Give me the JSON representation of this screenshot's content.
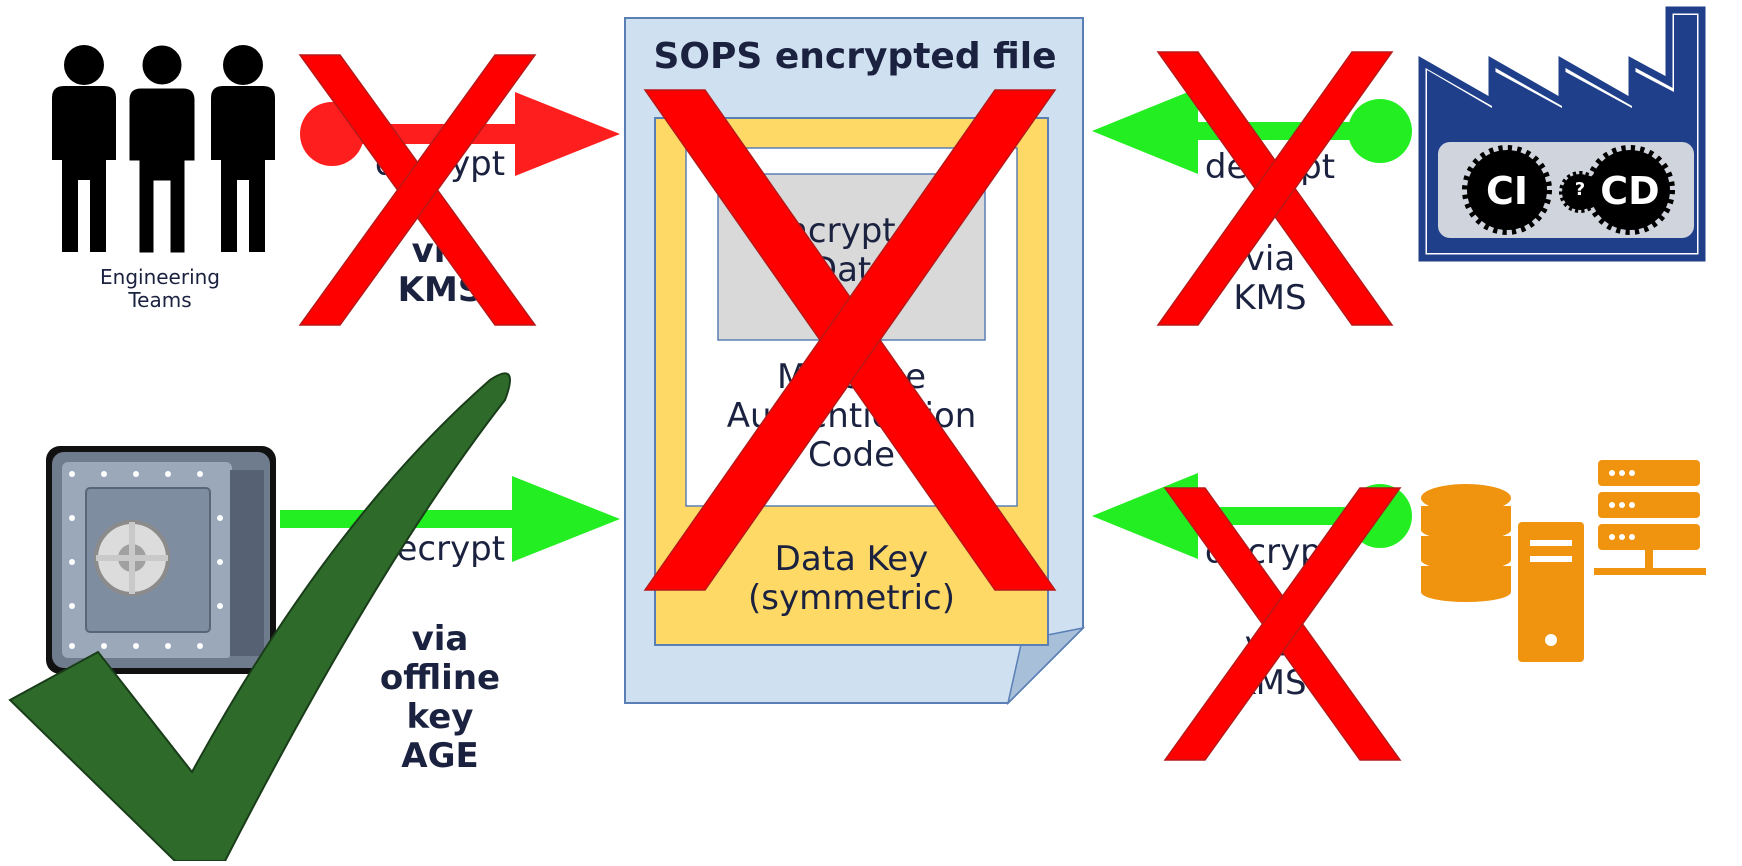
{
  "file": {
    "title": "SOPS encrypted file",
    "encrypted_data_label": "Encrypted\nData",
    "mac_label": "Message\nAuthentication\nCode",
    "data_key_label": "Data Key\n(symmetric)"
  },
  "actors": {
    "engineering_teams": {
      "caption": "Engineering\nTeams"
    },
    "cicd": {
      "ci": "CI",
      "q": "?",
      "cd": "CD"
    }
  },
  "flows": {
    "team_kms": {
      "action": "decrypt",
      "via": "via\nKMS",
      "status": "rejected"
    },
    "cicd_kms": {
      "action": "decrypt",
      "via": "via\nKMS",
      "status": "rejected"
    },
    "offline_age": {
      "action": "decrypt",
      "via": "via\noffline\nkey\nAGE",
      "status": "approved"
    },
    "servers_kms": {
      "action": "decrypt",
      "via": "via\nKMS",
      "status": "rejected"
    }
  },
  "colors": {
    "cross": "#ff0000",
    "check": "#2e6b2b",
    "arrow_red": "#ff1e1e",
    "arrow_green": "#22ee22",
    "file_bg": "#cfe0f1",
    "key_band": "#ffd966",
    "inner_gray": "#d9d9d9",
    "factory": "#1f3f8a",
    "servers": "#f0930e"
  }
}
